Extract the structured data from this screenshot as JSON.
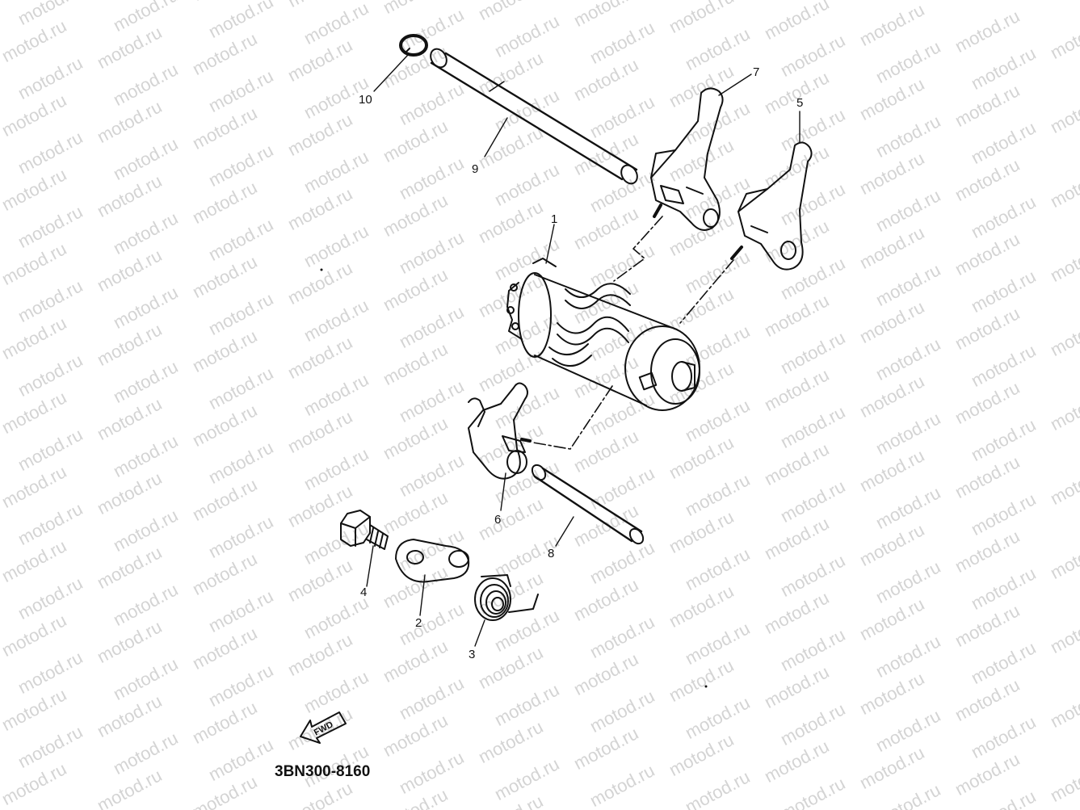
{
  "watermark": {
    "text": "motod.ru"
  },
  "callouts": {
    "c1": "1",
    "c2": "2",
    "c3": "3",
    "c4": "4",
    "c5": "5",
    "c6": "6",
    "c7": "7",
    "c8": "8",
    "c9": "9",
    "c10": "10"
  },
  "fwd_label": "FWD",
  "drawing_code": "3BN300-8160"
}
